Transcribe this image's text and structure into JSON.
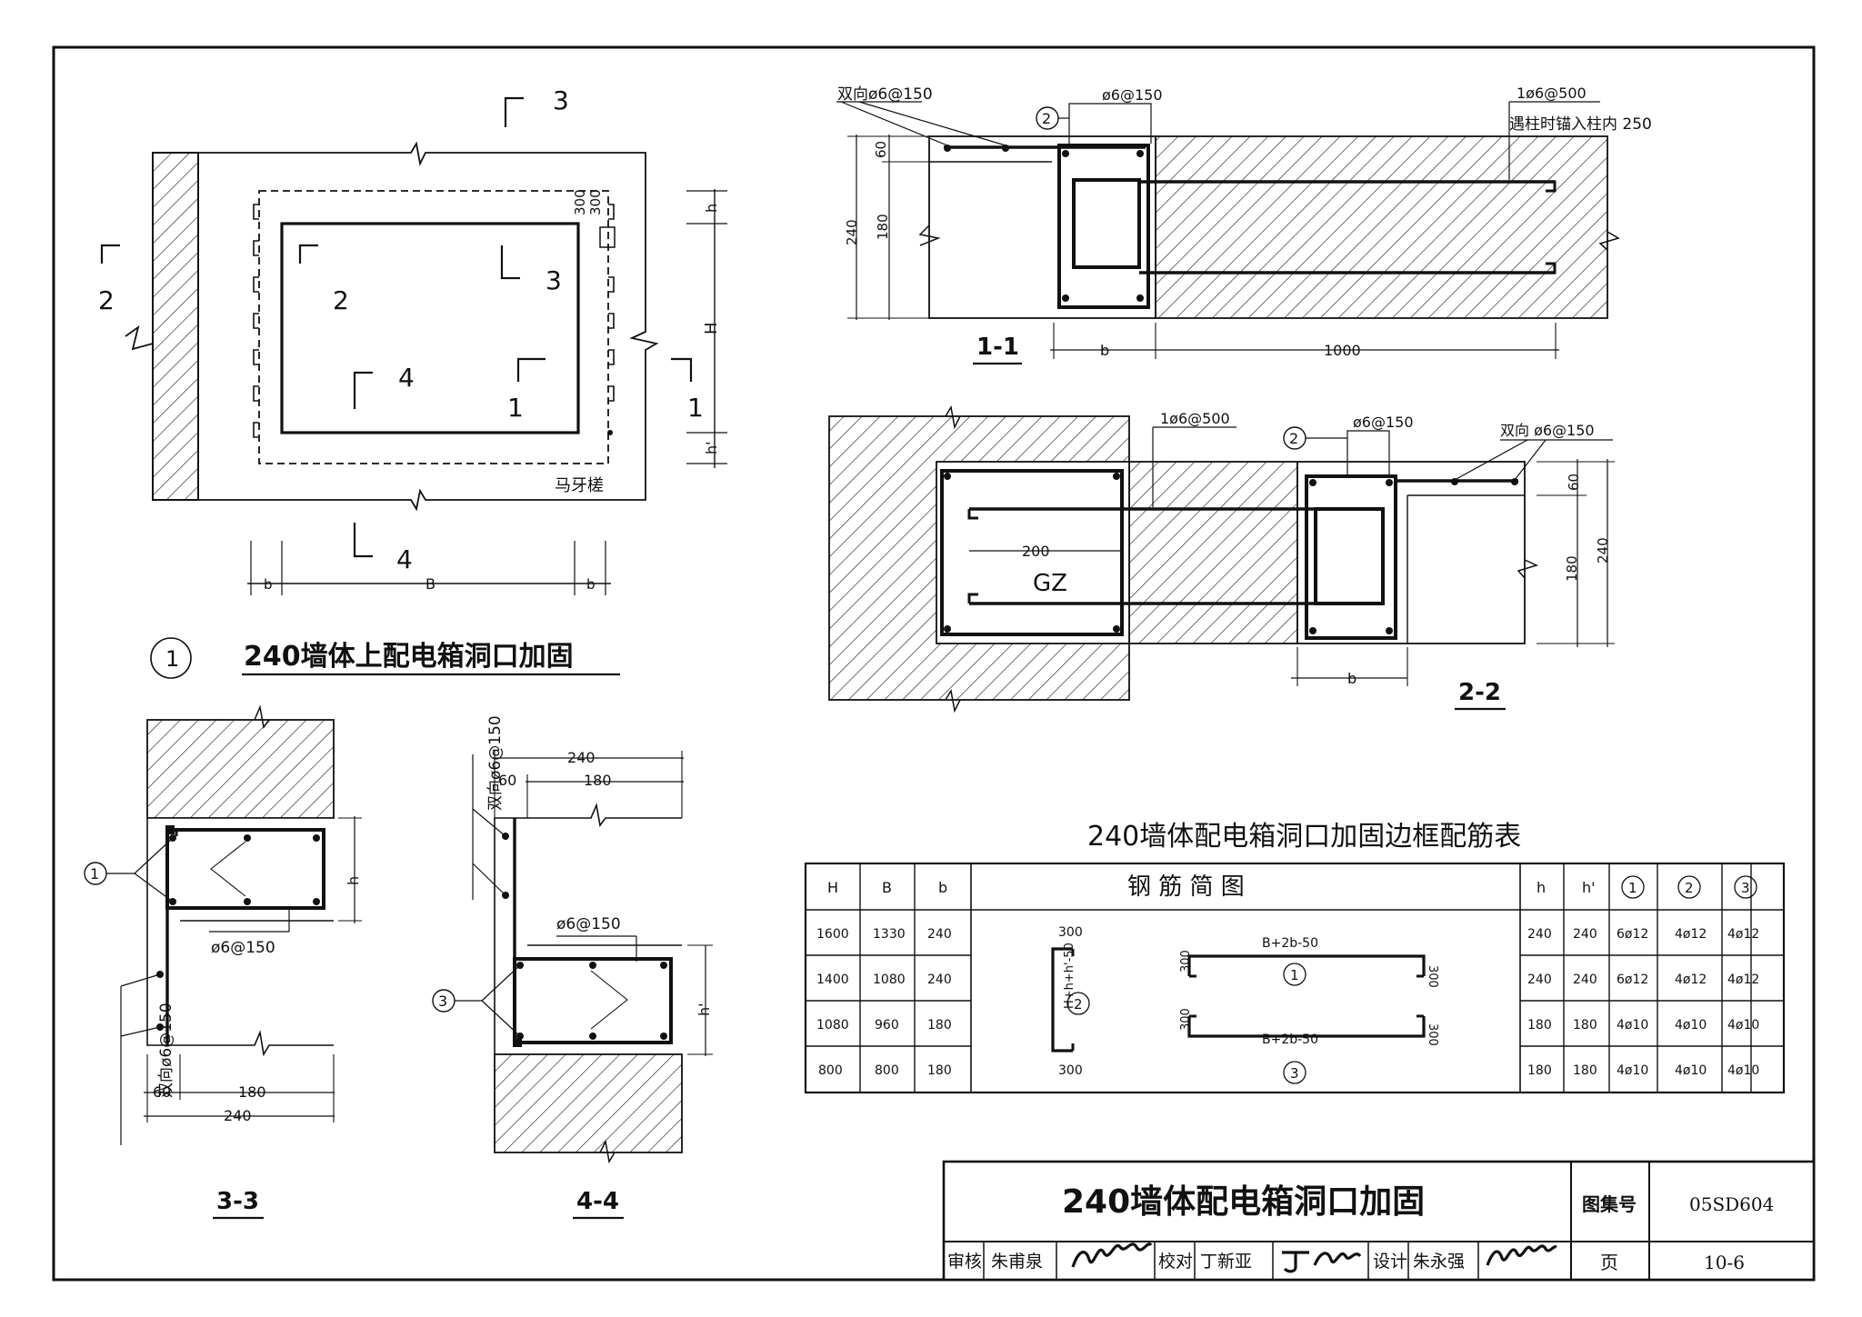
{
  "main_title": "240墙体上配电箱洞口加固",
  "main_title_index": "1",
  "plan": {
    "section_marks": [
      "3",
      "2",
      "2",
      "3",
      "4",
      "1",
      "1",
      "4"
    ],
    "dims": {
      "h": "h",
      "h_prime": "h'",
      "H": "H",
      "b": "b",
      "B": "B",
      "d300a": "300",
      "d300b": "300"
    },
    "note": "马牙槎"
  },
  "section_11": {
    "title": "1-1",
    "labels": {
      "double": "双向ø6@150",
      "circle": "2",
      "stirrup": "ø6@150",
      "anchor1": "1ø6@500",
      "anchor2": "遇柱时锚入柱内 250"
    },
    "dims": {
      "d60": "60",
      "d180": "180",
      "d240": "240",
      "b": "b",
      "d1000": "1000"
    }
  },
  "section_22": {
    "title": "2-2",
    "labels": {
      "anchor": "1ø6@500",
      "circle": "2",
      "stirrup": "ø6@150",
      "double": "双向 ø6@150",
      "gz": "GZ"
    },
    "dims": {
      "d200": "200",
      "d60": "60",
      "d180": "180",
      "d240": "240",
      "b": "b"
    }
  },
  "section_33": {
    "title": "3-3",
    "labels": {
      "circle": "1",
      "stirrup": "ø6@150",
      "double": "双向ø6@150"
    },
    "dims": {
      "h": "h",
      "d60": "60",
      "d180": "180",
      "d240": "240"
    }
  },
  "section_44": {
    "title": "4-4",
    "labels": {
      "circle": "3",
      "stirrup": "ø6@150",
      "double": "双向ø6@150"
    },
    "dims": {
      "d240": "240",
      "d60": "60",
      "d180": "180",
      "hp": "h'"
    }
  },
  "table": {
    "title": "240墙体配电箱洞口加固边框配筋表",
    "headers": {
      "H": "H",
      "B": "B",
      "b": "b",
      "diagram": "钢 筋 简 图",
      "h": "h",
      "hp": "h'",
      "c1": "1",
      "c2": "2",
      "c3": "3"
    },
    "rows": [
      {
        "H": "1600",
        "B": "1330",
        "b": "240",
        "h": "240",
        "hp": "240",
        "r1": "6ø12",
        "r2": "4ø12",
        "r3": "4ø12"
      },
      {
        "H": "1400",
        "B": "1080",
        "b": "240",
        "h": "240",
        "hp": "240",
        "r1": "6ø12",
        "r2": "4ø12",
        "r3": "4ø12"
      },
      {
        "H": "1080",
        "B": "960",
        "b": "180",
        "h": "180",
        "hp": "180",
        "r1": "4ø10",
        "r2": "4ø10",
        "r3": "4ø10"
      },
      {
        "H": "800",
        "B": "800",
        "b": "180",
        "h": "180",
        "hp": "180",
        "r1": "4ø10",
        "r2": "4ø10",
        "r3": "4ø10"
      }
    ],
    "diagram_labels": {
      "top300": "300",
      "bot300": "300",
      "vert": "H+h+h'-50",
      "c2": "2",
      "len1": "B+2b-50",
      "c1": "1",
      "len3": "B+2b-50",
      "c3": "3",
      "s300a": "300",
      "s300b": "300",
      "s300c": "300",
      "s300d": "300"
    }
  },
  "title_block": {
    "title": "240墙体配电箱洞口加固",
    "atlas_label": "图集号",
    "atlas_no": "05SD604",
    "page_label": "页",
    "page_no": "10-6",
    "review_label": "审核",
    "reviewer": "朱甫泉",
    "check_label": "校对",
    "checker": "丁新亚",
    "design_label": "设计",
    "designer": "朱永强"
  }
}
